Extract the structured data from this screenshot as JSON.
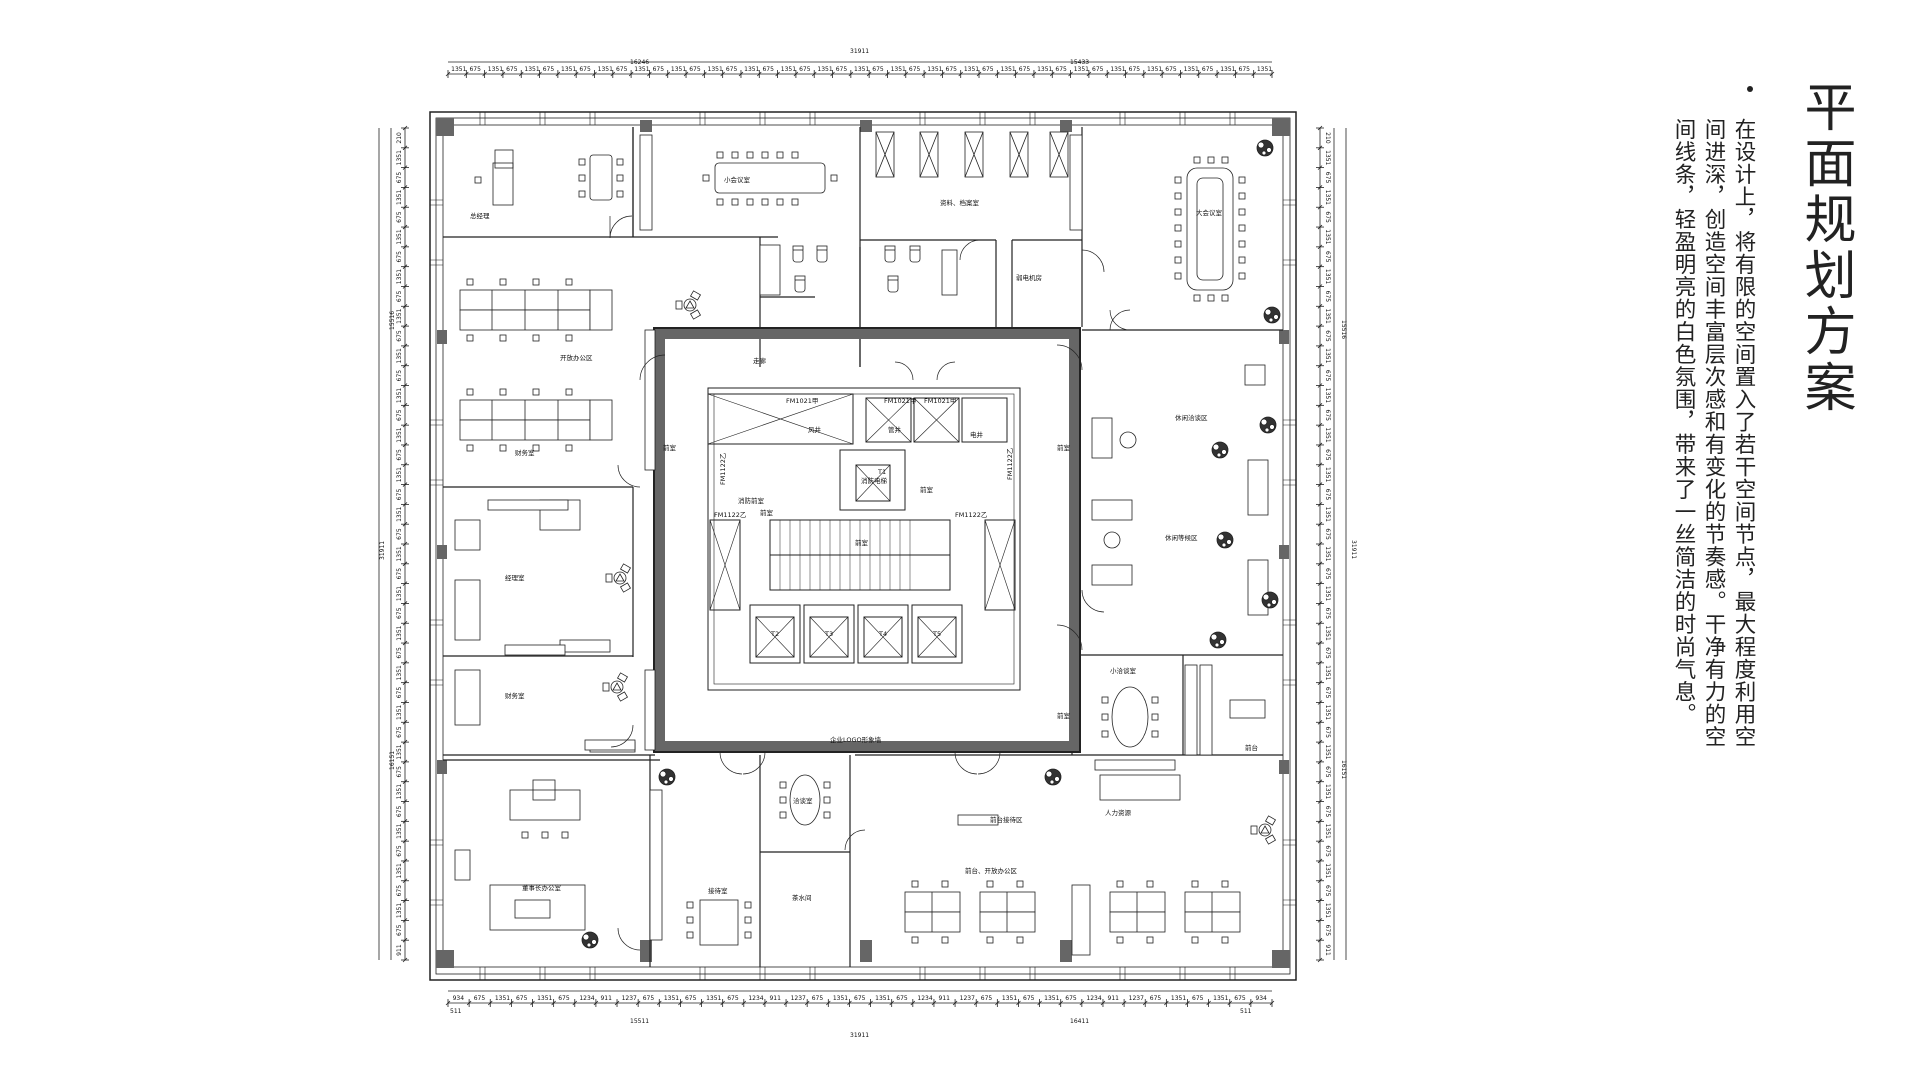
{
  "title": "平面规划方案",
  "description": "在设计上，将有限的空间置入了若干空间节点，最大程度利用空间进深，创造空间丰富层次感和有变化的节奏感。干净有力的空间线条，轻盈明亮的白色氛围，带来了一丝简洁的时尚气息。",
  "dimensions": {
    "top_total": "31911",
    "top_left": "16246",
    "top_right": "15433",
    "bottom_total": "31911",
    "bottom_left": "15511",
    "bottom_right": "16411",
    "left_total": "31911",
    "right_total": "31911",
    "left_upper": "15516",
    "left_lower": "16151",
    "top_segments": [
      "1351",
      "675",
      "1351",
      "675",
      "1351",
      "675",
      "1351",
      "675",
      "1351",
      "675",
      "1351",
      "675",
      "1351",
      "675",
      "1351",
      "675",
      "1351",
      "675",
      "1351",
      "675",
      "1351",
      "675",
      "1351",
      "675",
      "1351",
      "675",
      "1351",
      "675",
      "1351",
      "675",
      "1351",
      "675",
      "1351",
      "675",
      "1351",
      "675",
      "1351",
      "675",
      "1351",
      "675",
      "1351",
      "675",
      "1351",
      "675",
      "1351"
    ],
    "bottom_segments": [
      "934",
      "675",
      "1351",
      "675",
      "1351",
      "675",
      "1234",
      "911",
      "1237",
      "675",
      "1351",
      "675",
      "1351",
      "675",
      "1234",
      "911",
      "1237",
      "675",
      "1351",
      "675",
      "1351",
      "675",
      "1234",
      "911",
      "1237",
      "675",
      "1351",
      "675",
      "1351",
      "675",
      "1234",
      "911",
      "1237",
      "675",
      "1351",
      "675",
      "1351",
      "675",
      "934"
    ],
    "bottom_end": "511",
    "side_segments": [
      "210",
      "1351",
      "675",
      "1351",
      "675",
      "1351",
      "675",
      "1351",
      "675",
      "1351",
      "675",
      "1351",
      "675",
      "1351",
      "675",
      "1351",
      "675",
      "1351",
      "675",
      "1351",
      "675",
      "1351",
      "675",
      "1351",
      "675",
      "1351",
      "675",
      "1351",
      "675",
      "1351",
      "675",
      "1351",
      "675",
      "1351",
      "675",
      "1351",
      "675",
      "1351",
      "675",
      "1351",
      "675",
      "911"
    ]
  },
  "rooms": {
    "r1": "总经理",
    "r2": "小会议室",
    "r3": "资料、档案室",
    "r4": "大会议室",
    "r5": "弱电机房",
    "r6": "开放办公区",
    "r7": "经理室",
    "r8": "财务室",
    "r9": "休闲洽谈区",
    "r10": "休闲等候区",
    "r11": "小洽谈室",
    "r12": "前台",
    "r13": "董事长办公室",
    "r14": "接待室",
    "r15": "洽谈室",
    "r16": "茶水间",
    "r17": "前台接待区",
    "r18": "人力资源",
    "r19": "前台、开放办公区",
    "r20": "企业LOGO形象墙",
    "r21": "走廊",
    "r22": "前室",
    "r23": "前室",
    "r24": "前室",
    "r25": "风井",
    "r26": "管井",
    "r27": "电井",
    "r28": "消防电梯",
    "r29": "消防前室",
    "r30": "前室",
    "r31": "前室",
    "r32": "前室",
    "r33": "财务室"
  },
  "door_tags": [
    "FM1021甲",
    "FM1021甲",
    "FM1021甲",
    "FM1122乙",
    "FM1122乙",
    "FM1122乙",
    "FM1122乙"
  ],
  "elevators": [
    "T1",
    "T2",
    "T3",
    "T4",
    "T5"
  ],
  "colors": {
    "wall": "#666666",
    "line": "#222222",
    "text": "#222222"
  }
}
